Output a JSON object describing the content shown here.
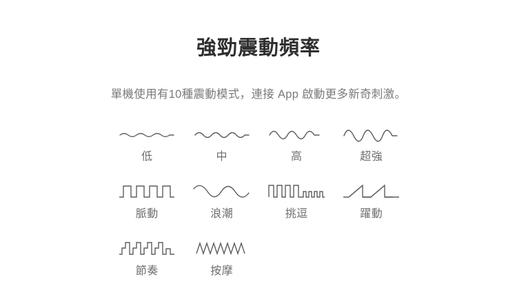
{
  "heading": {
    "title": "強勁震動頻率",
    "subtitle": "單機使用有10種震動模式，連接 App 啟動更多新奇刺激。"
  },
  "colors": {
    "title_color": "#2f2f2f",
    "subtitle_color": "#7a7a7a",
    "label_color": "#6e6e6e",
    "waveform_stroke": "#5e5e5e",
    "background": "#ffffff"
  },
  "modes": {
    "count": 10,
    "rows": [
      [
        {
          "label": "低",
          "icon": "waveform-sine-low-icon"
        },
        {
          "label": "中",
          "icon": "waveform-sine-medium-icon"
        },
        {
          "label": "高",
          "icon": "waveform-sine-high-icon"
        },
        {
          "label": "超強",
          "icon": "waveform-sine-extreme-icon"
        }
      ],
      [
        {
          "label": "脈動",
          "icon": "waveform-square-pulse-icon"
        },
        {
          "label": "浪潮",
          "icon": "waveform-wave-icon"
        },
        {
          "label": "挑逗",
          "icon": "waveform-tease-pulse-icon"
        },
        {
          "label": "躍動",
          "icon": "waveform-sawtooth-icon"
        }
      ],
      [
        {
          "label": "節奏",
          "icon": "waveform-rhythm-step-icon"
        },
        {
          "label": "按摩",
          "icon": "waveform-triangle-massage-icon"
        }
      ]
    ]
  }
}
